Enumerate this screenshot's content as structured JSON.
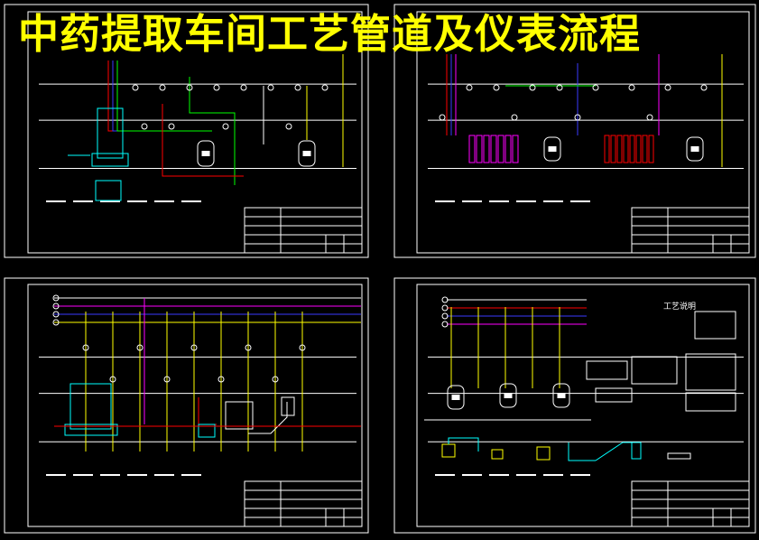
{
  "page": {
    "title": "中药提取车间工艺管道及仪表流程",
    "background": "#000000",
    "colors": {
      "frame": "#ffffff",
      "cyan": "#00ffff",
      "red": "#ff0000",
      "green": "#00ff00",
      "blue": "#3a3aff",
      "magenta": "#ff00ff",
      "yellow": "#ffff00",
      "title": "#ffff00"
    }
  },
  "sheets": [
    {
      "id": "1",
      "levels": [
        "",
        "",
        ""
      ]
    },
    {
      "id": "2",
      "levels": [
        "",
        "",
        ""
      ]
    },
    {
      "id": "3",
      "levels": [
        "",
        "",
        ""
      ]
    },
    {
      "id": "4",
      "levels": [
        "",
        "",
        ""
      ]
    }
  ],
  "sheet4": {
    "legend_title": "工艺说明"
  }
}
